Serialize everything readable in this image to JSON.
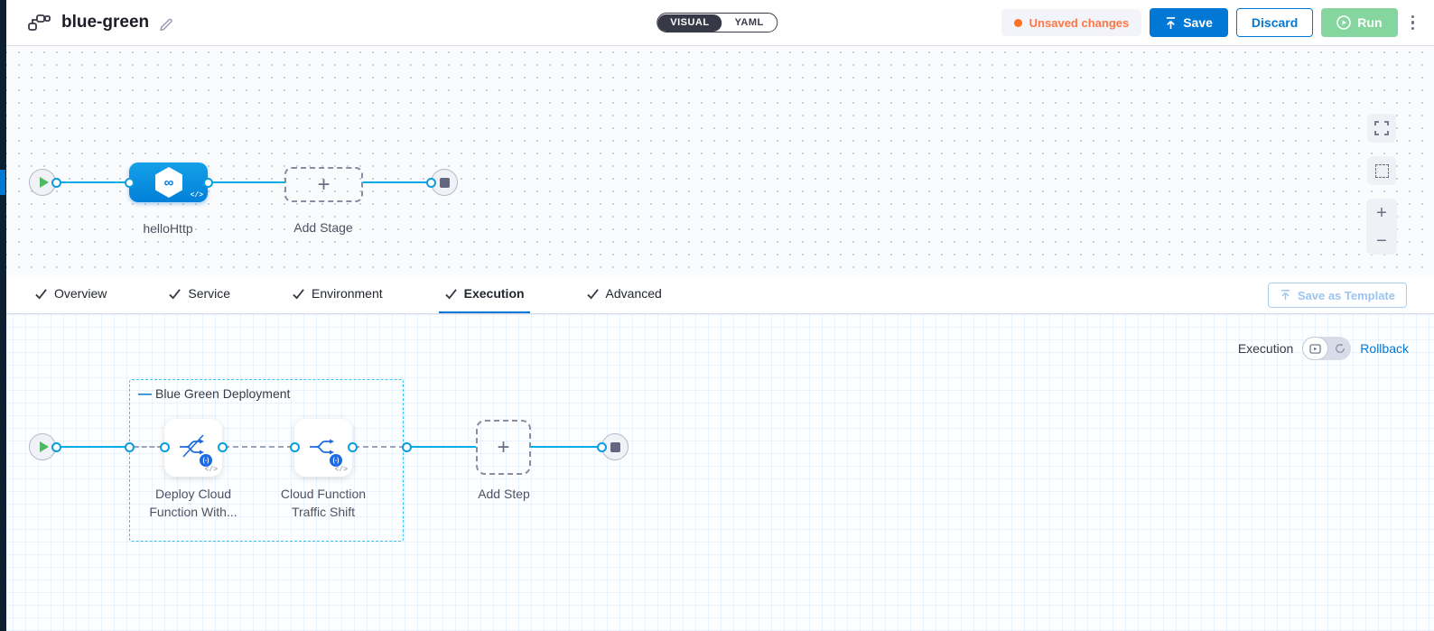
{
  "header": {
    "pipeline_title": "blue-green",
    "view_toggle": {
      "options": [
        "VISUAL",
        "YAML"
      ],
      "selected": "VISUAL"
    },
    "unsaved_changes": "Unsaved changes",
    "buttons": {
      "save": "Save",
      "discard": "Discard",
      "run": "Run"
    }
  },
  "top_canvas": {
    "stage_label": "helloHttp",
    "add_stage_label": "Add Stage"
  },
  "tabs": {
    "items": [
      {
        "label": "Overview",
        "active": false
      },
      {
        "label": "Service",
        "active": false
      },
      {
        "label": "Environment",
        "active": false
      },
      {
        "label": "Execution",
        "active": true
      },
      {
        "label": "Advanced",
        "active": false
      }
    ],
    "save_as_template": "Save as Template"
  },
  "execution_section": {
    "mode_label": "Execution",
    "rollback_label": "Rollback",
    "group_label": "Blue Green Deployment",
    "steps": [
      {
        "line1": "Deploy Cloud",
        "line2": "Function With..."
      },
      {
        "line1": "Cloud Function",
        "line2": "Traffic Shift"
      }
    ],
    "add_step_label": "Add Step"
  },
  "icons": {
    "stage_glyph": "∞",
    "code_glyph": "</>",
    "step_badge_glyph": "(-)",
    "plus_glyph": "+",
    "minus_glyph": "−",
    "group_collapse_glyph": "—"
  },
  "colors": {
    "accent_blue": "#0278d5",
    "connector_cyan": "#00ade4",
    "warning_orange": "#ff7020",
    "run_green_disabled": "#85d69e",
    "dark_text": "#383946",
    "group_border_cyan": "#35c3ef"
  }
}
